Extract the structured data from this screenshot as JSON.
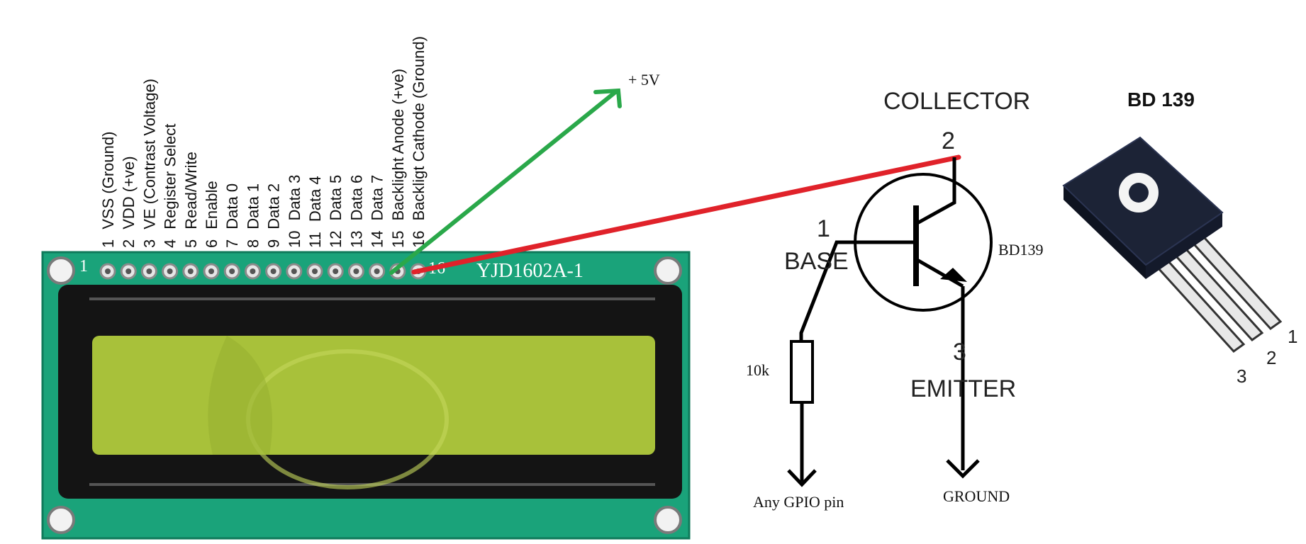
{
  "lcd": {
    "model": "YJD1602A-1",
    "pin_start_label": "1",
    "pin_end_label": "16",
    "pins": [
      {
        "num": "1",
        "name": "VSS (Ground)"
      },
      {
        "num": "2",
        "name": "VDD (+ve)"
      },
      {
        "num": "3",
        "name": "VE (Contrast Voltage)"
      },
      {
        "num": "4",
        "name": "Register Select"
      },
      {
        "num": "5",
        "name": "Read/Write"
      },
      {
        "num": "6",
        "name": "Enable"
      },
      {
        "num": "7",
        "name": "Data 0"
      },
      {
        "num": "8",
        "name": "Data 1"
      },
      {
        "num": "9",
        "name": "Data 2"
      },
      {
        "num": "10",
        "name": "Data 3"
      },
      {
        "num": "11",
        "name": "Data 4"
      },
      {
        "num": "12",
        "name": "Data 5"
      },
      {
        "num": "13",
        "name": "Data 6"
      },
      {
        "num": "14",
        "name": "Data 7"
      },
      {
        "num": "15",
        "name": "Backlight Anode (+ve)"
      },
      {
        "num": "16",
        "name": "Backligt Cathode (Ground)"
      }
    ]
  },
  "supply_label": "+ 5V",
  "transistor": {
    "collector_label": "COLLECTOR",
    "collector_pin": "2",
    "base_pin": "1",
    "base_label": "BASE",
    "emitter_pin": "3",
    "emitter_label": "EMITTER",
    "part_label": "BD139",
    "resistor_label": "10k",
    "gpio_label": "Any GPIO pin",
    "ground_label": "GROUND"
  },
  "package": {
    "title": "BD 139",
    "pin_labels": [
      "1",
      "2",
      "3"
    ]
  },
  "colors": {
    "pcb": "#1aa37a",
    "lcd_glass": "#a8c13a",
    "bezel": "#141414",
    "wire_green": "#2aa84a",
    "wire_red": "#e0222a",
    "package_body": "#1c2336"
  }
}
